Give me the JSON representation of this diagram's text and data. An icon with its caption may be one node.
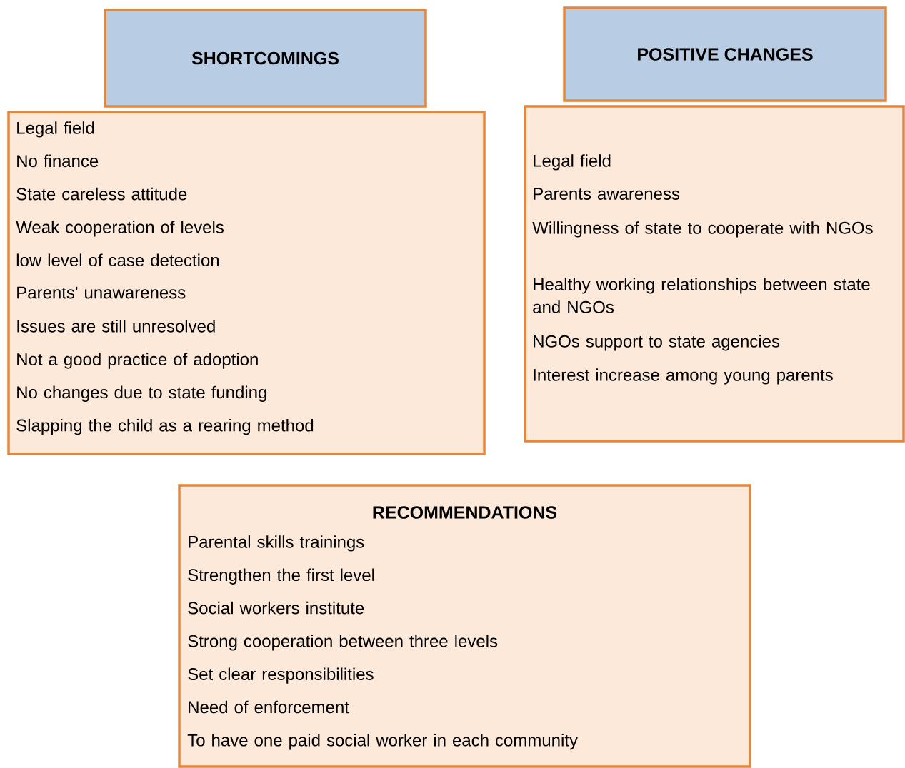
{
  "diagram": {
    "nodes": [
      {
        "text": [
          "SHORTCOMINGS"
        ]
      },
      {
        "text": [
          "Legal field",
          "No finance",
          "State careless attitude",
          "Weak cooperation of levels",
          "low level of case detection",
          "Parents' unawareness",
          "Issues are still unresolved",
          "Not a good practice of adoption",
          "No changes due to state funding",
          "Slapping the child as a rearing method"
        ]
      },
      {
        "text": [
          "POSITIVE CHANGES"
        ]
      },
      {
        "text": [
          "Legal field",
          "Parents awareness",
          "Willingness of state to cooperate with NGOs",
          "Healthy working relationships between state and NGOs",
          "NGOs support to state agencies",
          "Interest increase among young parents"
        ]
      },
      {
        "text": [
          "RECOMMENDATIONS",
          "Parental skills trainings",
          "Strengthen the first level",
          "Social workers institute",
          "Strong cooperation between three levels",
          "Set clear responsibilities",
          "Need of enforcement",
          "To have one paid social worker in each community"
        ]
      }
    ]
  }
}
